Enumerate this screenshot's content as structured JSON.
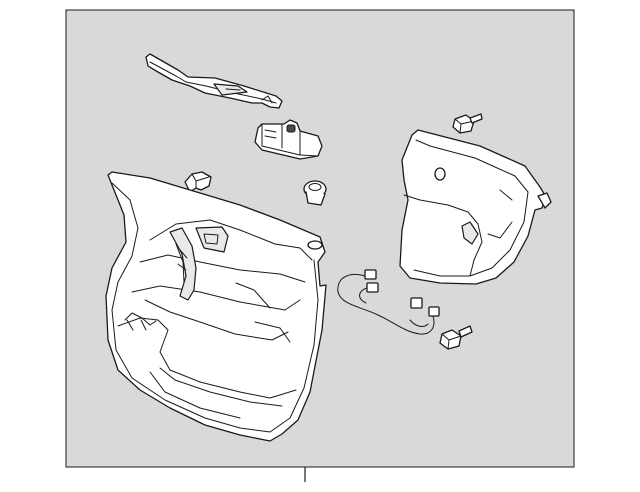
{
  "figure": {
    "background_color": "#ffffff",
    "frame_color": "#d9d9d9",
    "line_color": "#1a1a1a",
    "parts": [
      "door-trim-panel",
      "switch-bezel",
      "window-switch",
      "retainer-clip",
      "courtesy-lamp-socket",
      "screw",
      "bolt",
      "wiring-harness",
      "water-deflector"
    ]
  }
}
